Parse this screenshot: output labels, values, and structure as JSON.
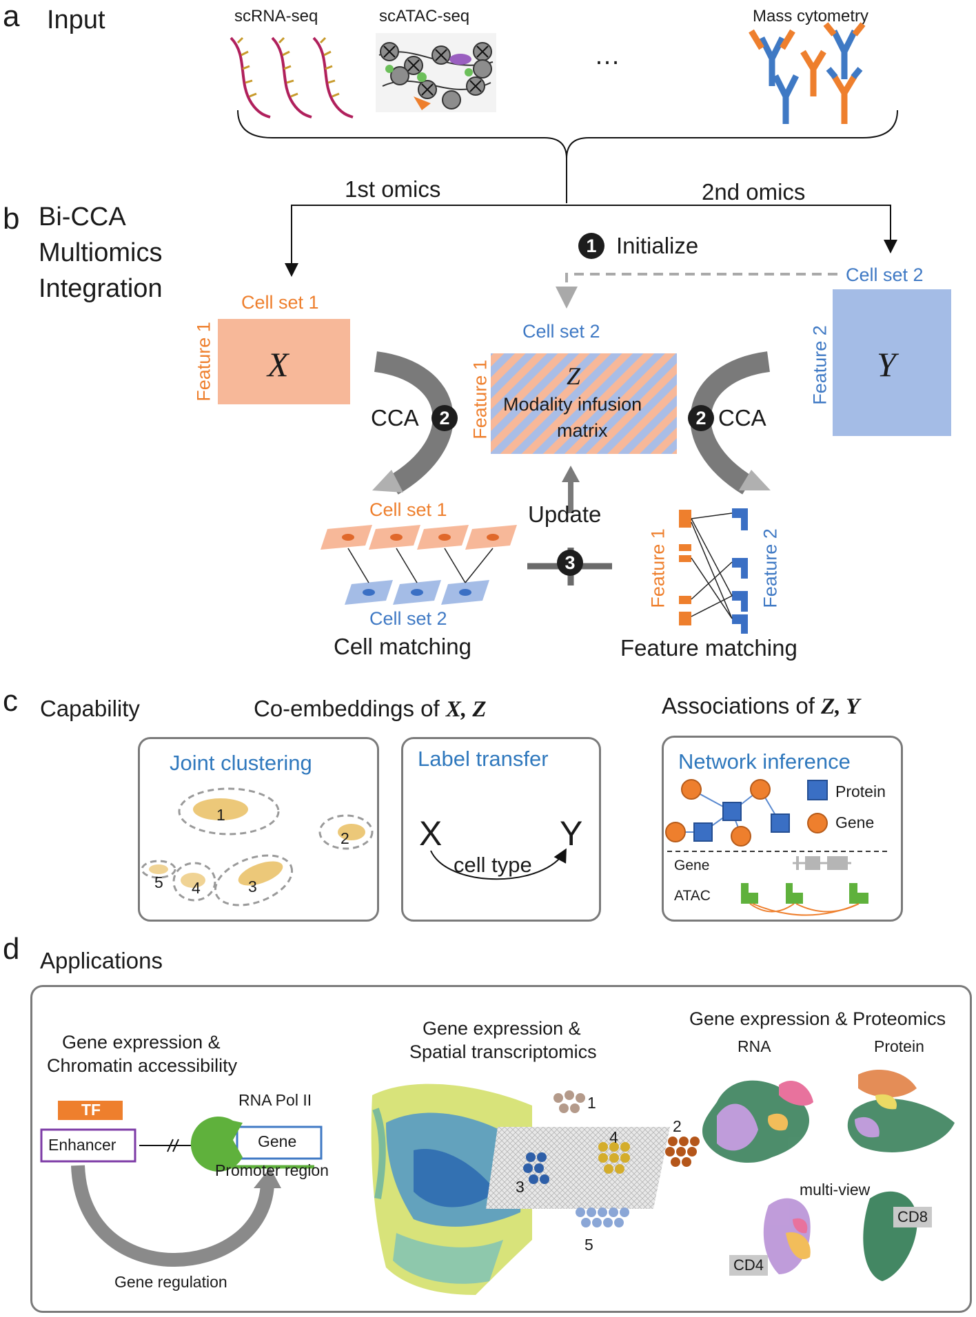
{
  "panel_a": {
    "letter": "a",
    "title": "Input",
    "modalities": [
      "scRNA-seq",
      "scATAC-seq",
      "Mass cytometry"
    ],
    "ellipsis": "…"
  },
  "panel_b": {
    "letter": "b",
    "title_lines": [
      "Bi-CCA",
      "Multiomics",
      "Integration"
    ],
    "first_omics": "1st omics",
    "second_omics": "2nd omics",
    "initialize_step": "1",
    "initialize_label": "Initialize",
    "cell_set_1": "Cell set 1",
    "cell_set_2": "Cell set 2",
    "feature_1": "Feature 1",
    "feature_2": "Feature 2",
    "x_symbol": "X",
    "y_symbol": "Y",
    "z_symbol": "Z",
    "z_caption_1": "Modality infusion",
    "z_caption_2": "matrix",
    "cca_label": "CCA",
    "cca_step": "2",
    "update_label": "Update",
    "update_step": "3",
    "cell_matching": "Cell matching",
    "feature_matching": "Feature matching"
  },
  "panel_c": {
    "letter": "c",
    "title": "Capability",
    "co_embed_prefix": "Co-embeddings of ",
    "co_embed_vars": "X, Z",
    "assoc_prefix": "Associations of ",
    "assoc_vars": "Z, Y",
    "joint_clustering": "Joint clustering",
    "cluster_numbers": [
      "1",
      "2",
      "3",
      "4",
      "5"
    ],
    "label_transfer": "Label transfer",
    "lt_x": "X",
    "lt_y": "Y",
    "lt_cell_type": "cell type",
    "network_inference": "Network inference",
    "legend_protein": "Protein",
    "legend_gene": "Gene",
    "track_gene": "Gene",
    "track_atac": "ATAC"
  },
  "panel_d": {
    "letter": "d",
    "title": "Applications",
    "ge_ca_line1": "Gene expression &",
    "ge_ca_line2": "Chromatin accessibility",
    "tf": "TF",
    "enhancer": "Enhancer",
    "rna_pol": "RNA Pol II",
    "gene": "Gene",
    "promoter": "Promoter region",
    "gene_regulation": "Gene regulation",
    "ge_st_line1": "Gene expression &",
    "ge_st_line2": "Spatial transcriptomics",
    "spot_numbers": [
      "1",
      "2",
      "3",
      "4",
      "5"
    ],
    "ge_prot": "Gene expression & Proteomics",
    "rna": "RNA",
    "protein": "Protein",
    "multi_view": "multi-view",
    "cd4": "CD4",
    "cd8": "CD8"
  },
  "colors": {
    "orange": "#ee7f2d",
    "orange_fill": "#f7b899",
    "blue": "#3f79c4",
    "blue_fill": "#a4bce6",
    "network_blue": "#3a6fc4",
    "atac_green": "#5fb13c",
    "dark_badge": "#1d1d1d"
  }
}
